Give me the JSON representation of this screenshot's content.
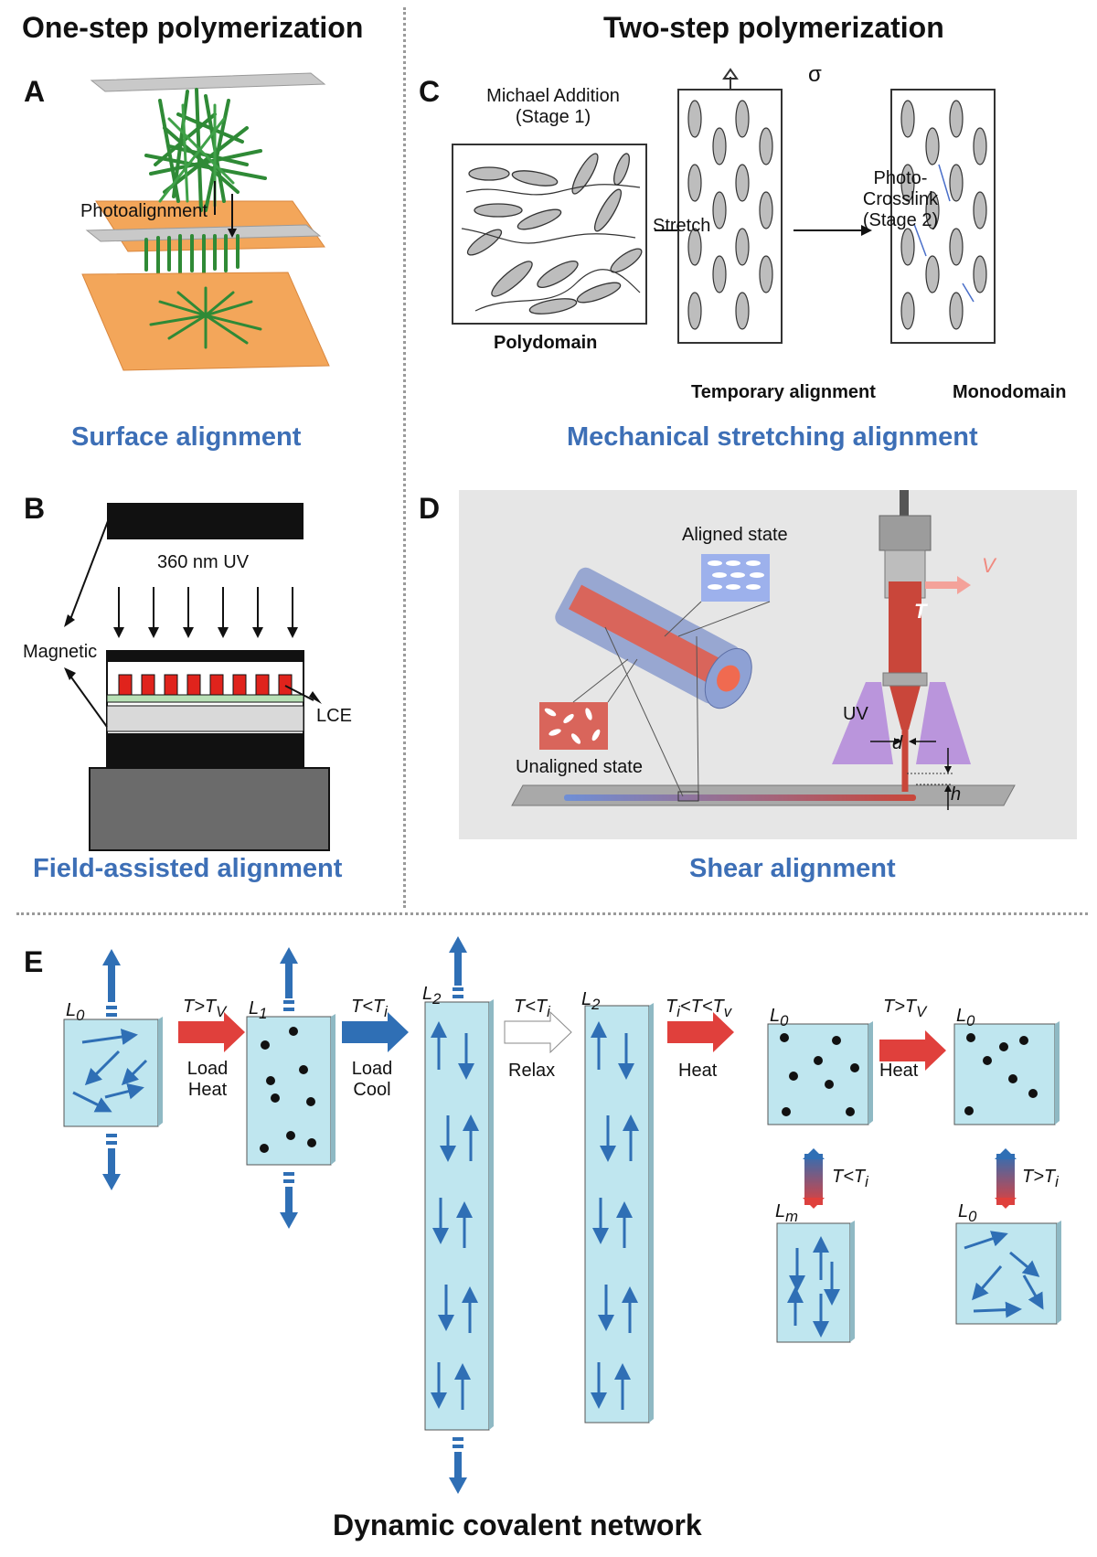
{
  "headers": {
    "left": "One-step polymerization",
    "right": "Two-step polymerization"
  },
  "panels": {
    "A": {
      "letter": "A",
      "step_label": "Photoalignment",
      "caption": "Surface alignment"
    },
    "B": {
      "letter": "B",
      "uv_label": "360 nm UV",
      "magnetic_label": "Magnetic",
      "lce_label": "LCE",
      "caption": "Field-assisted alignment"
    },
    "C": {
      "letter": "C",
      "stage1_line1": "Michael Addition",
      "stage1_line2": "(Stage 1)",
      "stretch_label": "Stretch",
      "sigma_label": "σ",
      "photo_line1": "Photo-",
      "photo_line2": "Crosslink",
      "photo_line3": "(Stage 2)",
      "polydomain": "Polydomain",
      "temporary": "Temporary alignment",
      "monodomain": "Monodomain",
      "caption": "Mechanical stretching alignment"
    },
    "D": {
      "letter": "D",
      "aligned": "Aligned state",
      "unaligned": "Unaligned state",
      "uv": "UV",
      "v": "V",
      "t": "T",
      "d": "d",
      "h": "h",
      "caption": "Shear alignment"
    },
    "E": {
      "letter": "E",
      "states": {
        "s1": "L",
        "s1_sub": "0",
        "s2": "L",
        "s2_sub": "1",
        "s3": "L",
        "s3_sub": "2",
        "s4": "L",
        "s4_sub": "2",
        "s5": "L",
        "s5_sub": "0",
        "s6": "L",
        "s6_sub": "0",
        "s7": "L",
        "s7_sub": "m",
        "s8": "L",
        "s8_sub": "0"
      },
      "arrows": {
        "a1_cond": "T>T",
        "a1_cond_sub": "V",
        "a1_line1": "Load",
        "a1_line2": "Heat",
        "a2_cond": "T<T",
        "a2_cond_sub": "i",
        "a2_line1": "Load",
        "a2_line2": "Cool",
        "a3_cond": "T<T",
        "a3_cond_sub": "i",
        "a3_line1": "Relax",
        "a4_cond_a": "T",
        "a4_cond_a_sub": "i",
        "a4_cond_b": "<T<T",
        "a4_cond_b_sub": "v",
        "a4_line1": "Heat",
        "a5_cond": "T>T",
        "a5_cond_sub": "V",
        "a5_line1": "Heat",
        "v1_cond": "T<T",
        "v1_cond_sub": "i",
        "v2_cond": "T>T",
        "v2_cond_sub": "i"
      },
      "caption": "Dynamic covalent network"
    }
  },
  "colors": {
    "caption_blue": "#3d6fb6",
    "arrow_red": "#e0403c",
    "arrow_blue": "#2f6fb5",
    "block_fill": "#bfe6ef",
    "rod_blue": "#2f6fb5",
    "panel_d_bg": "#e6e6e6",
    "nozzle_red": "#c9463a"
  }
}
